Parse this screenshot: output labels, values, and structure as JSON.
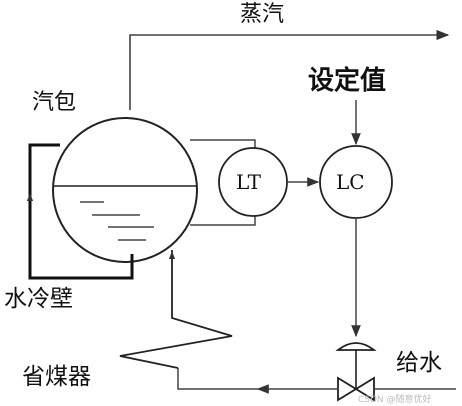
{
  "labels": {
    "steam": "蒸汽",
    "drum": "汽包",
    "setpoint": "设定值",
    "water_wall": "水冷壁",
    "economizer": "省煤器",
    "feedwater": "给水",
    "level_transmitter": "LT",
    "level_controller": "LC"
  },
  "watermark": "CSDN @随意优好"
}
